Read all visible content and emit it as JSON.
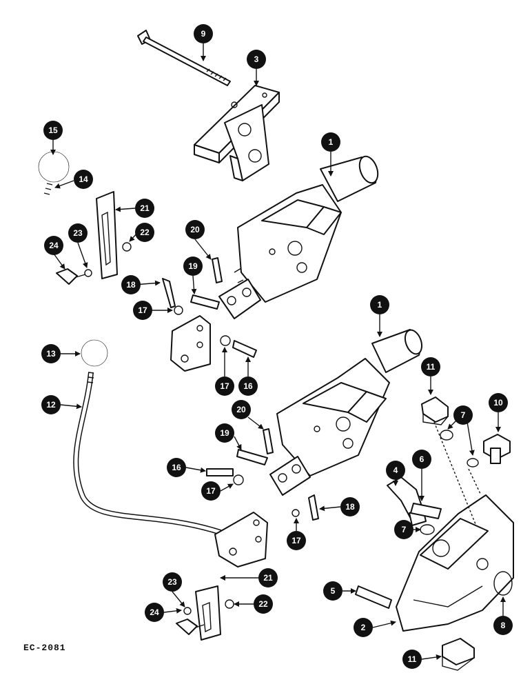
{
  "figure": {
    "code": "EC-2081",
    "callouts": [
      "1",
      "2",
      "3",
      "4",
      "5",
      "6",
      "7",
      "8",
      "9",
      "10",
      "11",
      "12",
      "13",
      "14",
      "15",
      "16",
      "17",
      "18",
      "19",
      "20",
      "21",
      "22",
      "23",
      "24"
    ]
  }
}
